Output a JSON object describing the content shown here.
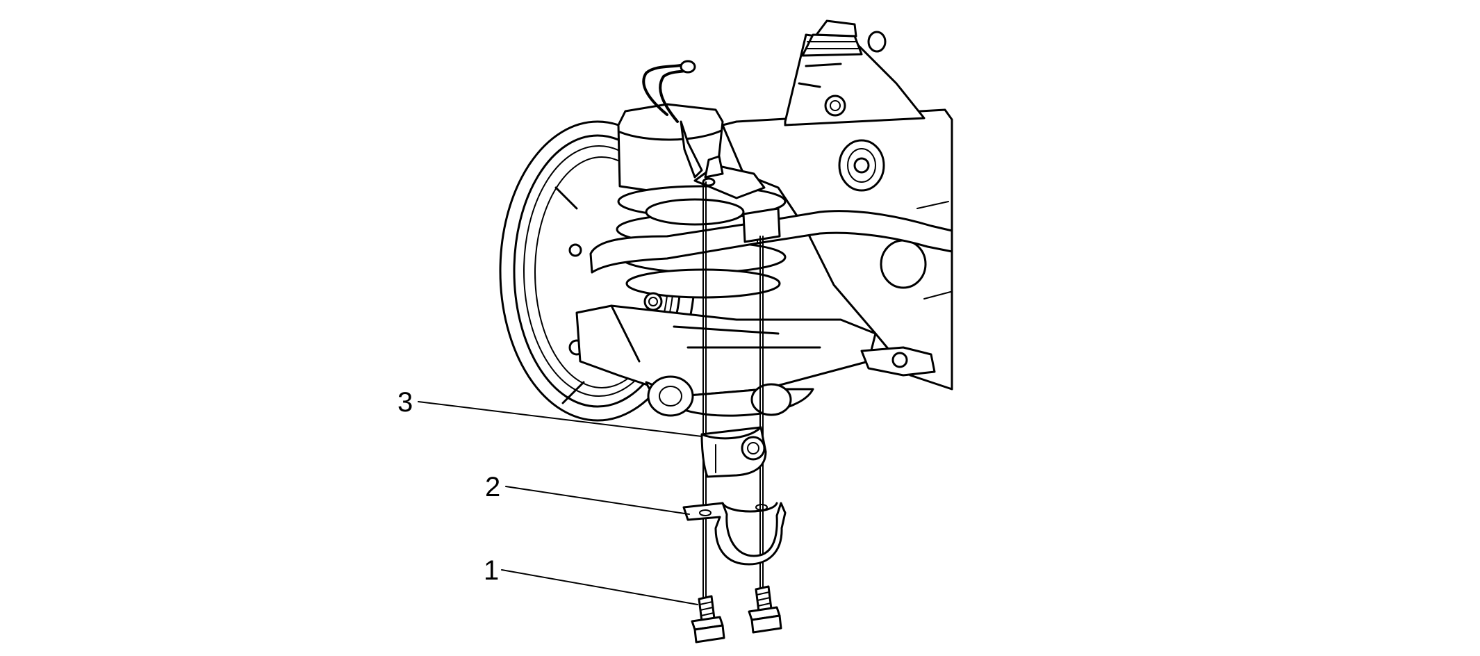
{
  "callouts": [
    {
      "label": "3",
      "part": "stabilizer-bar-bushing"
    },
    {
      "label": "2",
      "part": "stabilizer-bar-clamp"
    },
    {
      "label": "1",
      "part": "stabilizer-bar-clamp-bolt"
    }
  ],
  "colors": {
    "line": "#000000",
    "background": "#ffffff"
  }
}
